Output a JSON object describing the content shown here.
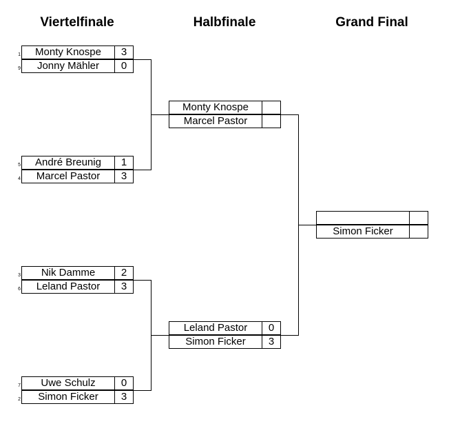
{
  "rounds": [
    "Viertelfinale",
    "Halbfinale",
    "Grand Final"
  ],
  "quarterfinals": [
    {
      "top": {
        "seed": "1",
        "name": "Monty Knospe",
        "score": "3"
      },
      "bottom": {
        "seed": "9",
        "name": "Jonny Mähler",
        "score": "0"
      }
    },
    {
      "top": {
        "seed": "5",
        "name": "André Breunig",
        "score": "1"
      },
      "bottom": {
        "seed": "4",
        "name": "Marcel Pastor",
        "score": "3"
      }
    },
    {
      "top": {
        "seed": "3",
        "name": "Nik Damme",
        "score": "2"
      },
      "bottom": {
        "seed": "6",
        "name": "Leland Pastor",
        "score": "3"
      }
    },
    {
      "top": {
        "seed": "7",
        "name": "Uwe Schulz",
        "score": "0"
      },
      "bottom": {
        "seed": "2",
        "name": "Simon Ficker",
        "score": "3"
      }
    }
  ],
  "semifinals": [
    {
      "top": {
        "name": "Monty Knospe",
        "score": ""
      },
      "bottom": {
        "name": "Marcel Pastor",
        "score": ""
      }
    },
    {
      "top": {
        "name": "Leland Pastor",
        "score": "0"
      },
      "bottom": {
        "name": "Simon Ficker",
        "score": "3"
      }
    }
  ],
  "final": {
    "top": {
      "name": "",
      "score": ""
    },
    "bottom": {
      "name": "Simon Ficker",
      "score": ""
    }
  }
}
